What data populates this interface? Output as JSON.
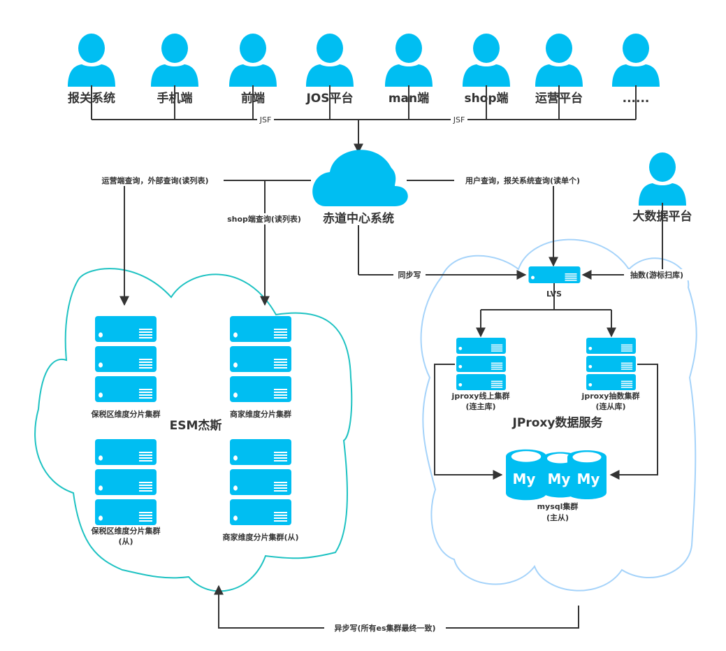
{
  "colors": {
    "icon": "#00BEF2",
    "line": "#333333",
    "esm_cloud": "#1EC2C2",
    "jproxy_cloud": "#A5D3FA",
    "text": "#333333"
  },
  "users": [
    {
      "label": "报关系统"
    },
    {
      "label": "手机端"
    },
    {
      "label": "前端"
    },
    {
      "label": "JOS平台"
    },
    {
      "label": "man端"
    },
    {
      "label": "shop端"
    },
    {
      "label": "运营平台"
    },
    {
      "label": "......"
    }
  ],
  "bus_labels": [
    "JSF",
    "JSF"
  ],
  "center": {
    "label": "赤道中心系统"
  },
  "bigdata": {
    "label": "大数据平台"
  },
  "edges": {
    "ops_query": "运营端查询，外部查询(读列表)",
    "shop_query": "shop端查询(读列表)",
    "user_query": "用户查询，报关系统查询(读单个)",
    "sync_write": "同步写",
    "extract": "抽数(游标扫库)",
    "async_write": "异步写(所有es集群最终一致)"
  },
  "esm": {
    "title": "ESM杰斯",
    "clusters": [
      {
        "label": "保税区维度分片集群"
      },
      {
        "label": "商家维度分片集群"
      },
      {
        "label": "保税区维度分片集群",
        "label2": "(从)"
      },
      {
        "label": "商家维度分片集群(从)"
      }
    ]
  },
  "jproxy": {
    "title": "JProxy数据服务",
    "lvs": "LVS",
    "online": {
      "label": "jproxy线上集群",
      "label2": "(连主库)"
    },
    "extract": {
      "label": "jproxy抽数集群",
      "label2": "(连从库)"
    },
    "mysql": {
      "label": "mysql集群",
      "label2": "(主从)",
      "glyph": "My"
    }
  }
}
